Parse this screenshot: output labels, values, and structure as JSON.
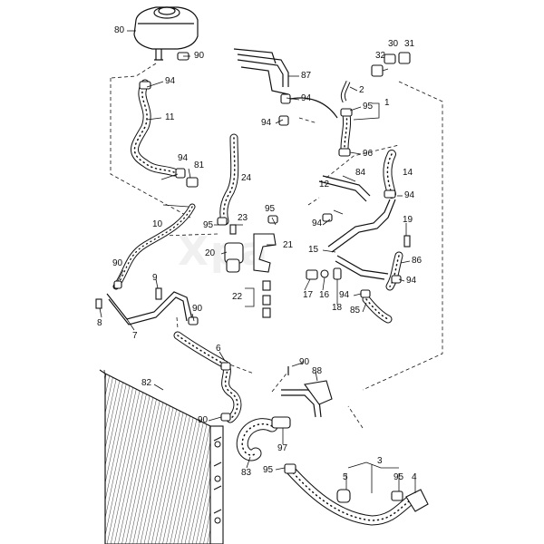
{
  "watermark_text": "Xpa",
  "colors": {
    "line": "#111111",
    "hose_dot": "#111111",
    "watermark": "#e8e8e8"
  },
  "labels": {
    "p1": "1",
    "p2": "2",
    "p3": "3",
    "p4": "4",
    "p5": "5",
    "p6": "6",
    "p7": "7",
    "p8": "8",
    "p9": "9",
    "p10": "10",
    "p11": "11",
    "p12": "12",
    "p14": "14",
    "p15": "15",
    "p16": "16",
    "p17": "17",
    "p18": "18",
    "p19": "19",
    "p20": "20",
    "p21": "21",
    "p22": "22",
    "p23": "23",
    "p24": "24",
    "p30": "30",
    "p31": "31",
    "p32": "32",
    "p80": "80",
    "p81": "81",
    "p82": "82",
    "p83": "83",
    "p84": "84",
    "p85": "85",
    "p86": "86",
    "p87": "87",
    "p88": "88",
    "p90": "90",
    "p94": "94",
    "p95": "95",
    "p96": "96",
    "p97": "97"
  }
}
